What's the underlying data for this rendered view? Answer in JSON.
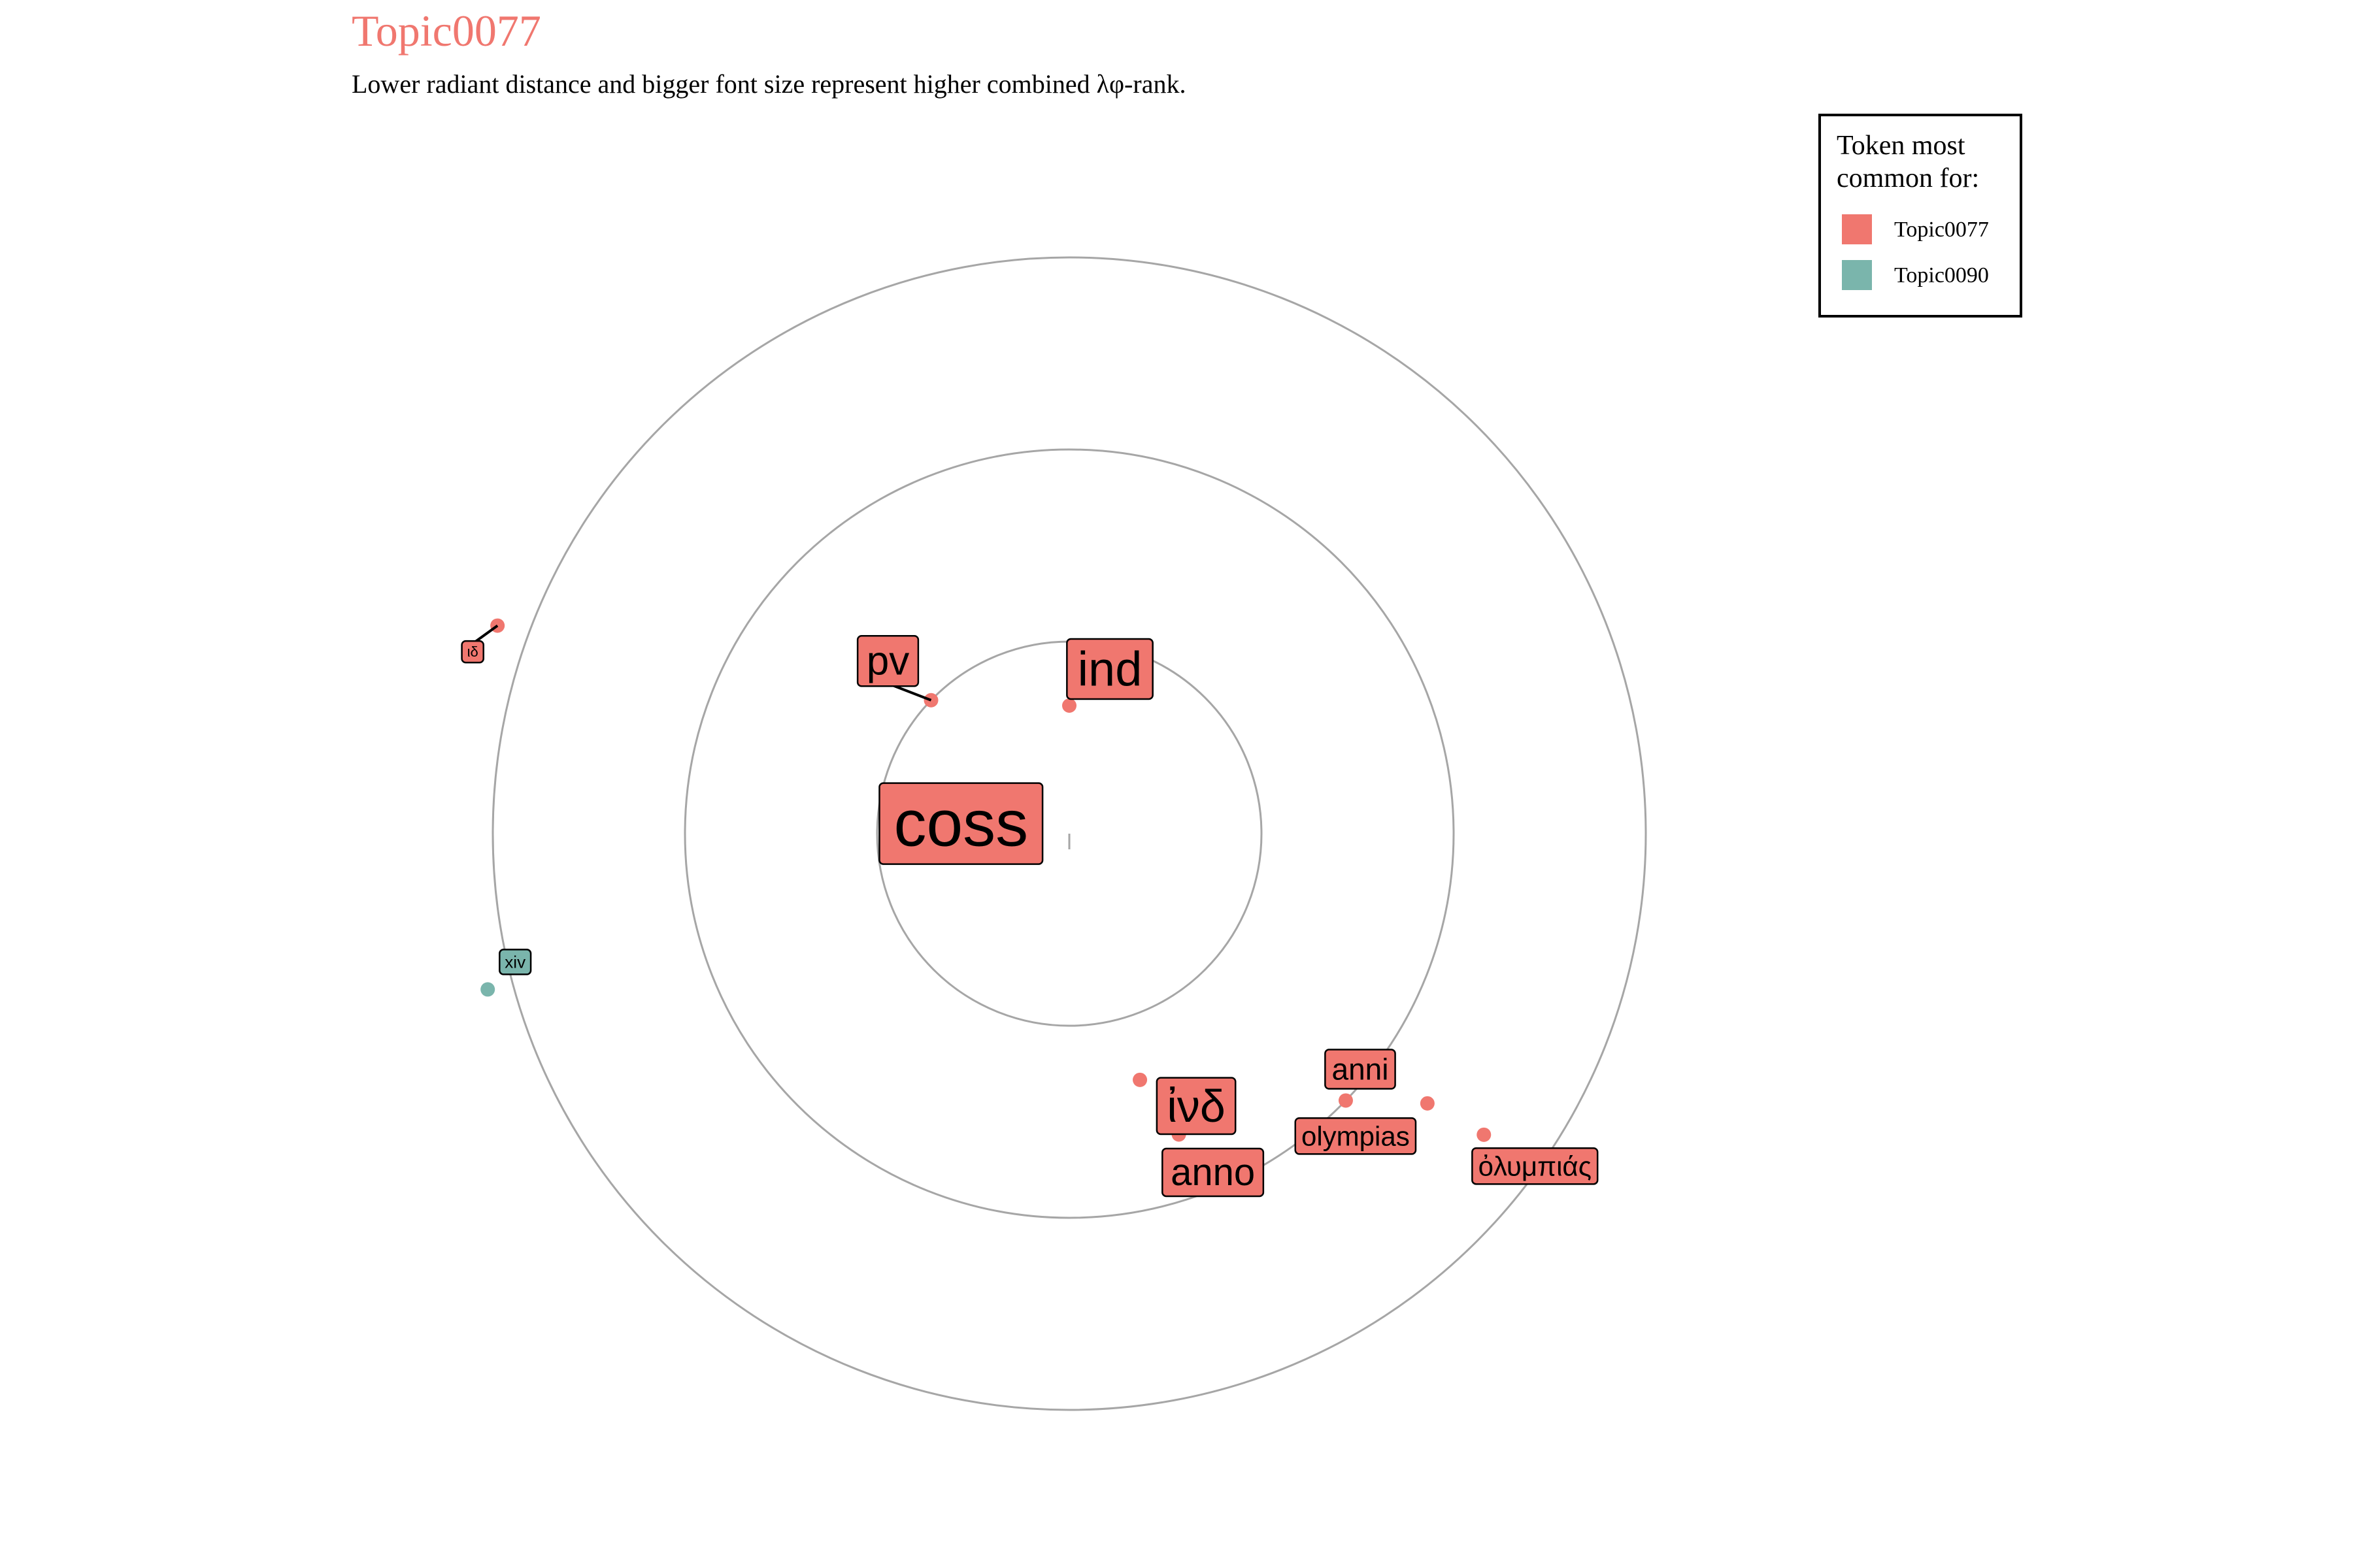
{
  "chart_data": {
    "type": "scatter",
    "title": "Topic0077",
    "subtitle": "Lower radiant distance and bigger font size represent higher combined λφ-rank.",
    "title_color": "#F0776F",
    "legend": {
      "title_lines": [
        "Token most",
        "common for:"
      ],
      "placement": "top-right",
      "entries": [
        {
          "name": "Topic0077",
          "color": "#F0776F"
        },
        {
          "name": "Topic0090",
          "color": "#7AB5AC"
        }
      ]
    },
    "rings": 3,
    "grid": true,
    "points": [
      {
        "token": "coss",
        "topic": "Topic0077",
        "rank": 1.0,
        "angle_deg": 253,
        "font_size": 100
      },
      {
        "token": "ind",
        "topic": "Topic0077",
        "rank": 2.0,
        "angle_deg": 0,
        "font_size": 74
      },
      {
        "token": "pv",
        "topic": "Topic0077",
        "rank": 3.0,
        "angle_deg": 314,
        "font_size": 62
      },
      {
        "token": "ἰνδ",
        "topic": "Topic0077",
        "rank": 4.0,
        "angle_deg": 164,
        "font_size": 70
      },
      {
        "token": "anno",
        "topic": "Topic0077",
        "rank": 5.0,
        "angle_deg": 160,
        "font_size": 58
      },
      {
        "token": "anni",
        "topic": "Topic0077",
        "rank": 6.0,
        "angle_deg": 134,
        "font_size": 46
      },
      {
        "token": "olympias",
        "topic": "Topic0077",
        "rank": 7.0,
        "angle_deg": 127,
        "font_size": 42
      },
      {
        "token": "ὀλυμπιάς",
        "topic": "Topic0077",
        "rank": 8.0,
        "angle_deg": 126,
        "font_size": 42
      },
      {
        "token": "ιδ",
        "topic": "Topic0077",
        "rank": 9.5,
        "angle_deg": 290,
        "font_size": 22
      },
      {
        "token": "xiv",
        "topic": "Topic0090",
        "rank": 9.4,
        "angle_deg": 255,
        "font_size": 26
      }
    ]
  }
}
